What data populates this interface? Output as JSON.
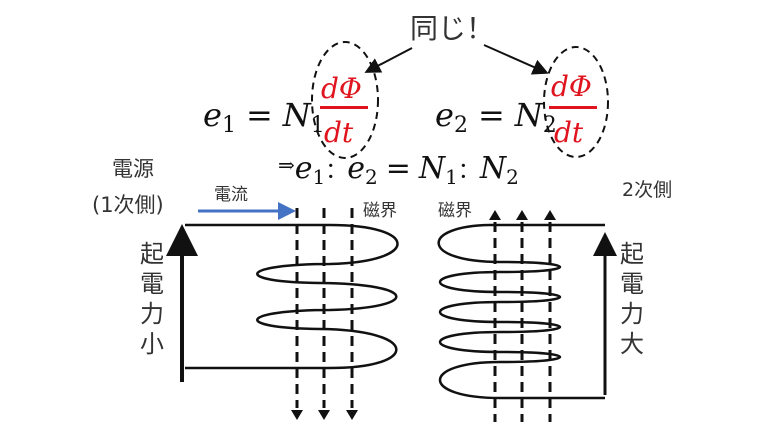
{
  "callout": {
    "same": "同じ！"
  },
  "eq1": {
    "lhs": "e",
    "lhs_sub": "1",
    "eq": "=",
    "n": "N",
    "n_sub": "1",
    "num": "dΦ",
    "den": "dt"
  },
  "eq2": {
    "lhs": "e",
    "lhs_sub": "2",
    "eq": "=",
    "n": "N",
    "n_sub": "2",
    "num": "dΦ",
    "den": "dt"
  },
  "ratio": {
    "implies": "⇒",
    "e1": "e",
    "s1": "1",
    "colon1": "：",
    "e2": "e",
    "s2": "2",
    "eq": "=",
    "n1": "N",
    "s3": "1",
    "colon2": "：",
    "n2": "N",
    "s4": "2"
  },
  "labels": {
    "source_line1": "電源",
    "source_line2": "(1次側)",
    "current": "電流",
    "field_left": "磁界",
    "field_right": "磁界",
    "secondary": "2次側"
  },
  "emf_small": [
    "起",
    "電",
    "力",
    "小"
  ],
  "emf_large": [
    "起",
    "電",
    "力",
    "大"
  ],
  "colors": {
    "red": "#e0141e",
    "current_arrow": "#4472c4"
  }
}
